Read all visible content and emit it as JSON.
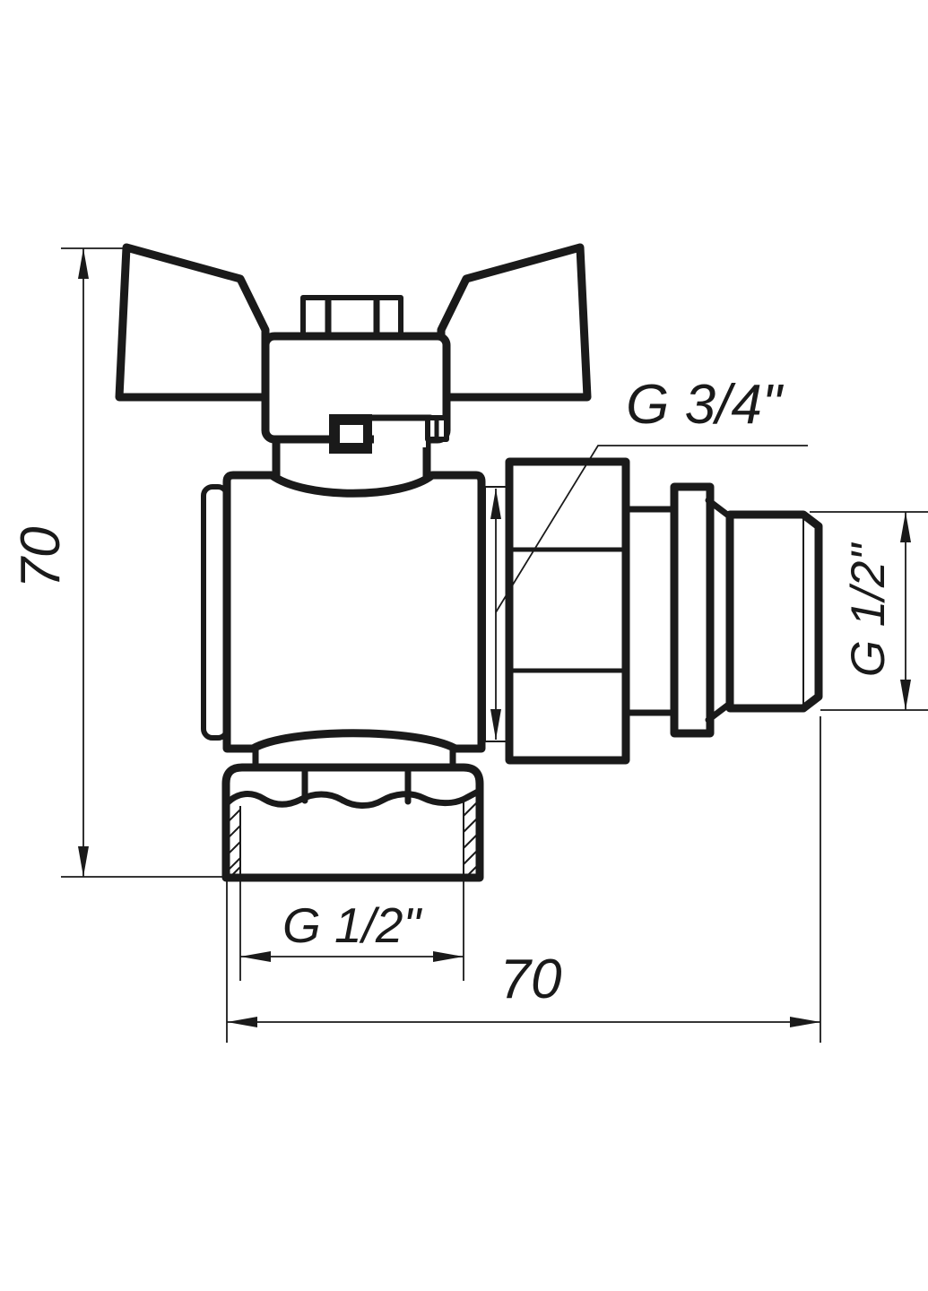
{
  "page": {
    "title": "Angle ball valve with butterfly handle — dimensioned technical drawing",
    "background_color": "#ffffff",
    "line_color": "#1a1a1a"
  },
  "dimensions": {
    "overall_height": {
      "value": "70",
      "orientation": "vertical",
      "position": "left"
    },
    "overall_width": {
      "value": "70",
      "orientation": "horizontal",
      "position": "bottom"
    },
    "union_nut_thread": {
      "value": "G 3/4\"",
      "position": "leader callout, upper right"
    },
    "male_outlet_thread": {
      "value": "G 1/2\"",
      "orientation": "vertical",
      "position": "right"
    },
    "female_inlet_thread": {
      "value": "G 1/2\"",
      "orientation": "horizontal",
      "position": "bottom"
    }
  },
  "parts": {
    "handle": "butterfly handle",
    "body": "valve body",
    "union_nut": "union nut",
    "male_thread_end": "male threaded outlet",
    "female_nut": "female threaded inlet nut"
  }
}
